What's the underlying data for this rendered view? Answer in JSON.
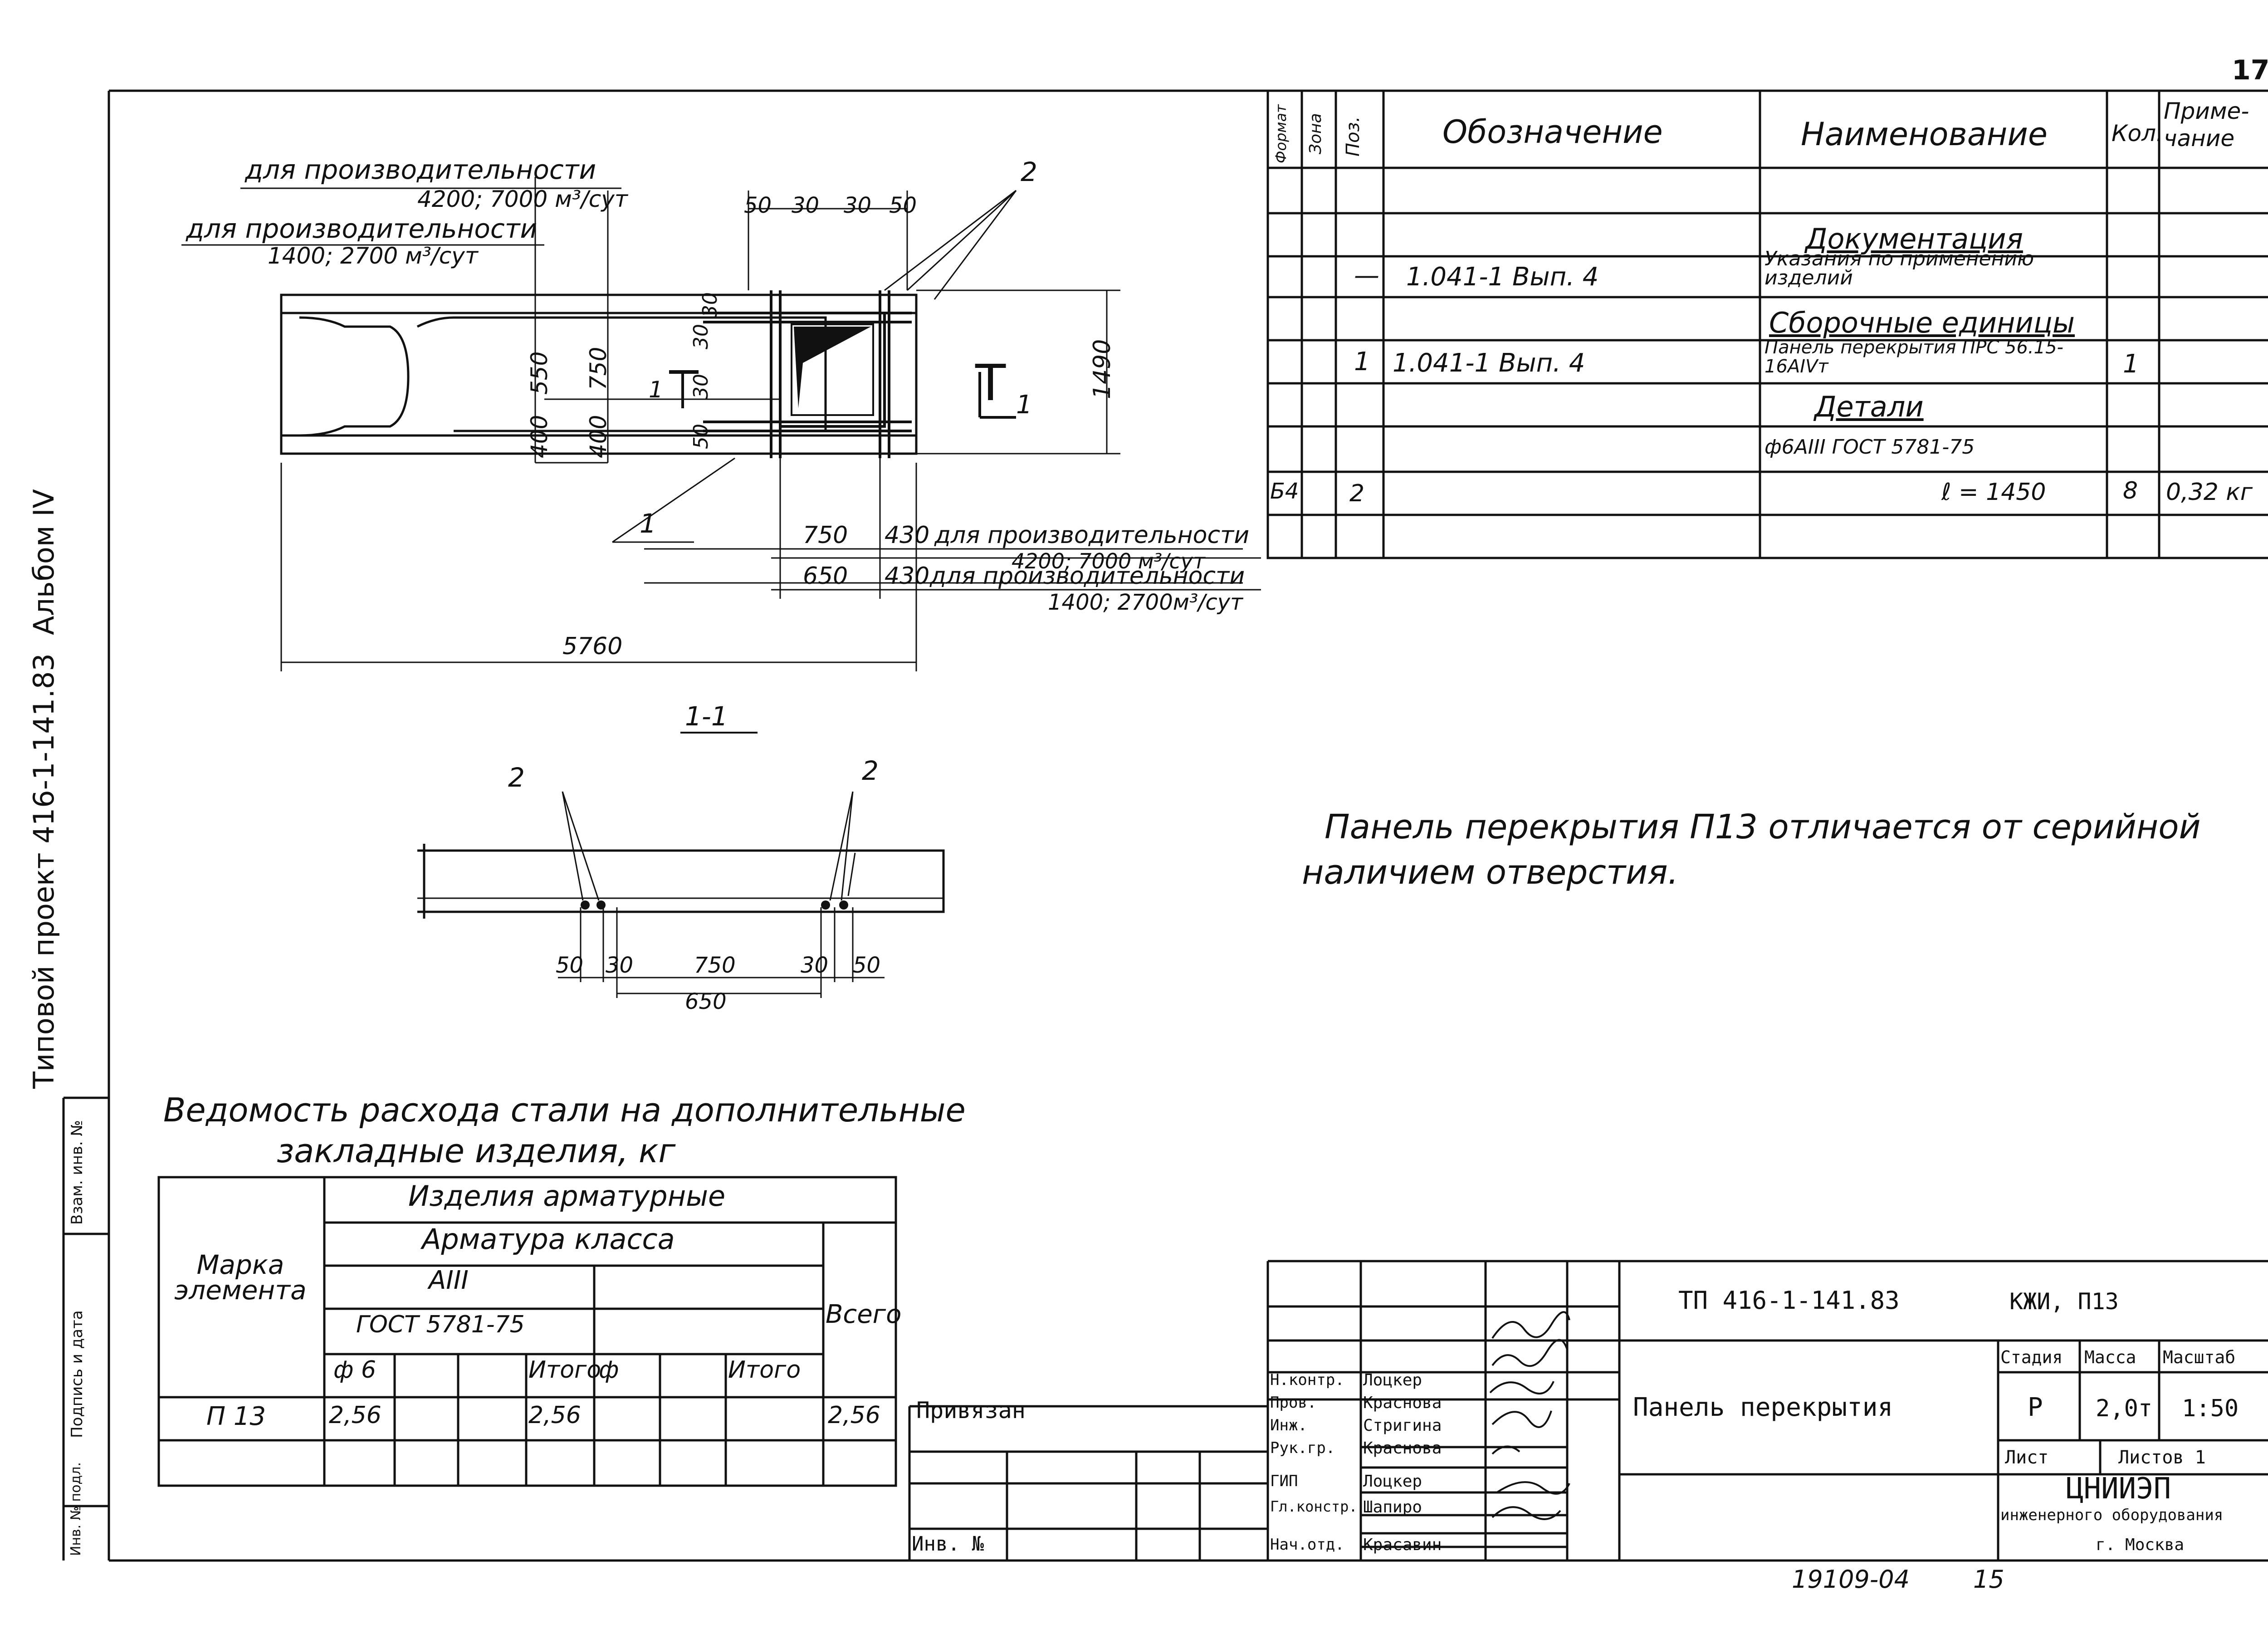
{
  "page_number": "17",
  "side_strip": {
    "album": "Альбом IV",
    "project": "Типовой проект 416-1-141.83",
    "cells": [
      "Взам. инв. №",
      "Подпись и дата",
      "Инв. № подл."
    ]
  },
  "drawing": {
    "dim_note_top1_a": "для производительности",
    "dim_note_top1_b": "4200; 7000 м³/сут",
    "dim_note_top2_a": "для производительности",
    "dim_note_top2_b": "1400; 2700 м³/сут",
    "dims_top": [
      "50",
      "30",
      "30",
      "50"
    ],
    "callout_2": "2",
    "callout_1": "1",
    "dims_left": [
      "550",
      "400",
      "750",
      "400"
    ],
    "dims_mid": [
      "30",
      "30",
      "50",
      "30"
    ],
    "dim_height": "1490",
    "section_mark": "1",
    "view_mark": "Т",
    "view_mark_sub": "1",
    "dim_750": "750",
    "dim_650": "650",
    "dim_430a": "430",
    "dim_430b": "430",
    "note_right1_a": "для производительности",
    "note_right1_b": "4200; 7000 м³/сут",
    "note_right2_a": "для производительности",
    "note_right2_b": "1400; 2700м³/сут",
    "dim_length": "5760",
    "section_title": "1-1",
    "section_dims": [
      "50",
      "30",
      "750",
      "30",
      "50"
    ],
    "section_dim_total": "650",
    "section_callouts": [
      "2",
      "2"
    ]
  },
  "spec_table": {
    "headers": {
      "format": "Формат",
      "zone": "Зона",
      "pos": "Поз.",
      "designation": "Обозначение",
      "name": "Наименование",
      "qty": "Кол.",
      "note": "Приме-чание"
    },
    "rows": [
      {
        "format": "",
        "zone": "",
        "pos": "",
        "designation": "",
        "name": "Документация",
        "qty": "",
        "note": "",
        "underlined": true
      },
      {
        "format": "",
        "zone": "",
        "pos": "—",
        "designation": "1.041-1  Вып. 4",
        "name": "Указания по применению изделий",
        "qty": "",
        "note": ""
      },
      {
        "format": "",
        "zone": "",
        "pos": "",
        "designation": "",
        "name": "Сборочные единицы",
        "qty": "",
        "note": "",
        "underlined": true
      },
      {
        "format": "",
        "zone": "",
        "pos": "1",
        "designation": "1.041-1  Вып. 4",
        "name": "Панель перекрытия ПРС 56.15-16АIVт",
        "qty": "1",
        "note": ""
      },
      {
        "format": "",
        "zone": "",
        "pos": "",
        "designation": "",
        "name": "Детали",
        "qty": "",
        "note": "",
        "underlined": true
      },
      {
        "format": "",
        "zone": "",
        "pos": "",
        "designation": "",
        "name": "ф6АIII ГОСТ 5781-75",
        "qty": "",
        "note": ""
      },
      {
        "format": "Б4",
        "zone": "",
        "pos": "2",
        "designation": "",
        "name": "ℓ = 1450",
        "qty": "8",
        "note": "0,32 кг"
      },
      {
        "format": "",
        "zone": "",
        "pos": "",
        "designation": "",
        "name": "",
        "qty": "",
        "note": ""
      }
    ]
  },
  "note_text": {
    "line1": "Панель перекрытия П13 отличается от серийной",
    "line2": "наличием отверстия."
  },
  "steel_table": {
    "title_line1": "Ведомость расхода стали на дополнительные",
    "title_line2": "закладные изделия, кг",
    "col_mark": "Марка элемента",
    "group": "Изделия арматурные",
    "subgroup": "Арматура класса",
    "class": "АIII",
    "gost": "ГОСТ 5781-75",
    "total_col": "Всего",
    "sub_headers": [
      "ф 6",
      "",
      "",
      "Итого",
      "ф",
      "",
      "Итого"
    ],
    "row": {
      "mark": "П 13",
      "values": [
        "2,56",
        "",
        "",
        "2,56",
        "",
        "",
        ""
      ],
      "total": "2,56"
    }
  },
  "title_block": {
    "privyazan": "Привязан",
    "inv_no": "Инв. №",
    "roles": [
      {
        "role": "Н.контр.",
        "name": "Лоцкер"
      },
      {
        "role": "Пров.",
        "name": "Краснова"
      },
      {
        "role": "Инж.",
        "name": "Стригина"
      },
      {
        "role": "Рук.гр.",
        "name": "Краснова"
      },
      {
        "role": "ГИП",
        "name": "Лоцкер"
      },
      {
        "role": "Гл.констр.",
        "name": "Шапиро"
      },
      {
        "role": "Нач.отд.",
        "name": "Красавин"
      }
    ],
    "doc_code": "ТП 416-1-141.83",
    "doc_suffix": "КЖИ, П13",
    "title": "Панель перекрытия",
    "stage_label": "Стадия",
    "mass_label": "Масса",
    "scale_label": "Масштаб",
    "stage": "Р",
    "mass": "2,0т",
    "scale": "1:50",
    "sheet_label": "Лист",
    "sheets_label": "Листов 1",
    "org1": "ЦНИИЭП",
    "org2": "инженерного оборудования",
    "org3": "г. Москва"
  },
  "footer": {
    "code": "19109-04",
    "num": "15"
  }
}
